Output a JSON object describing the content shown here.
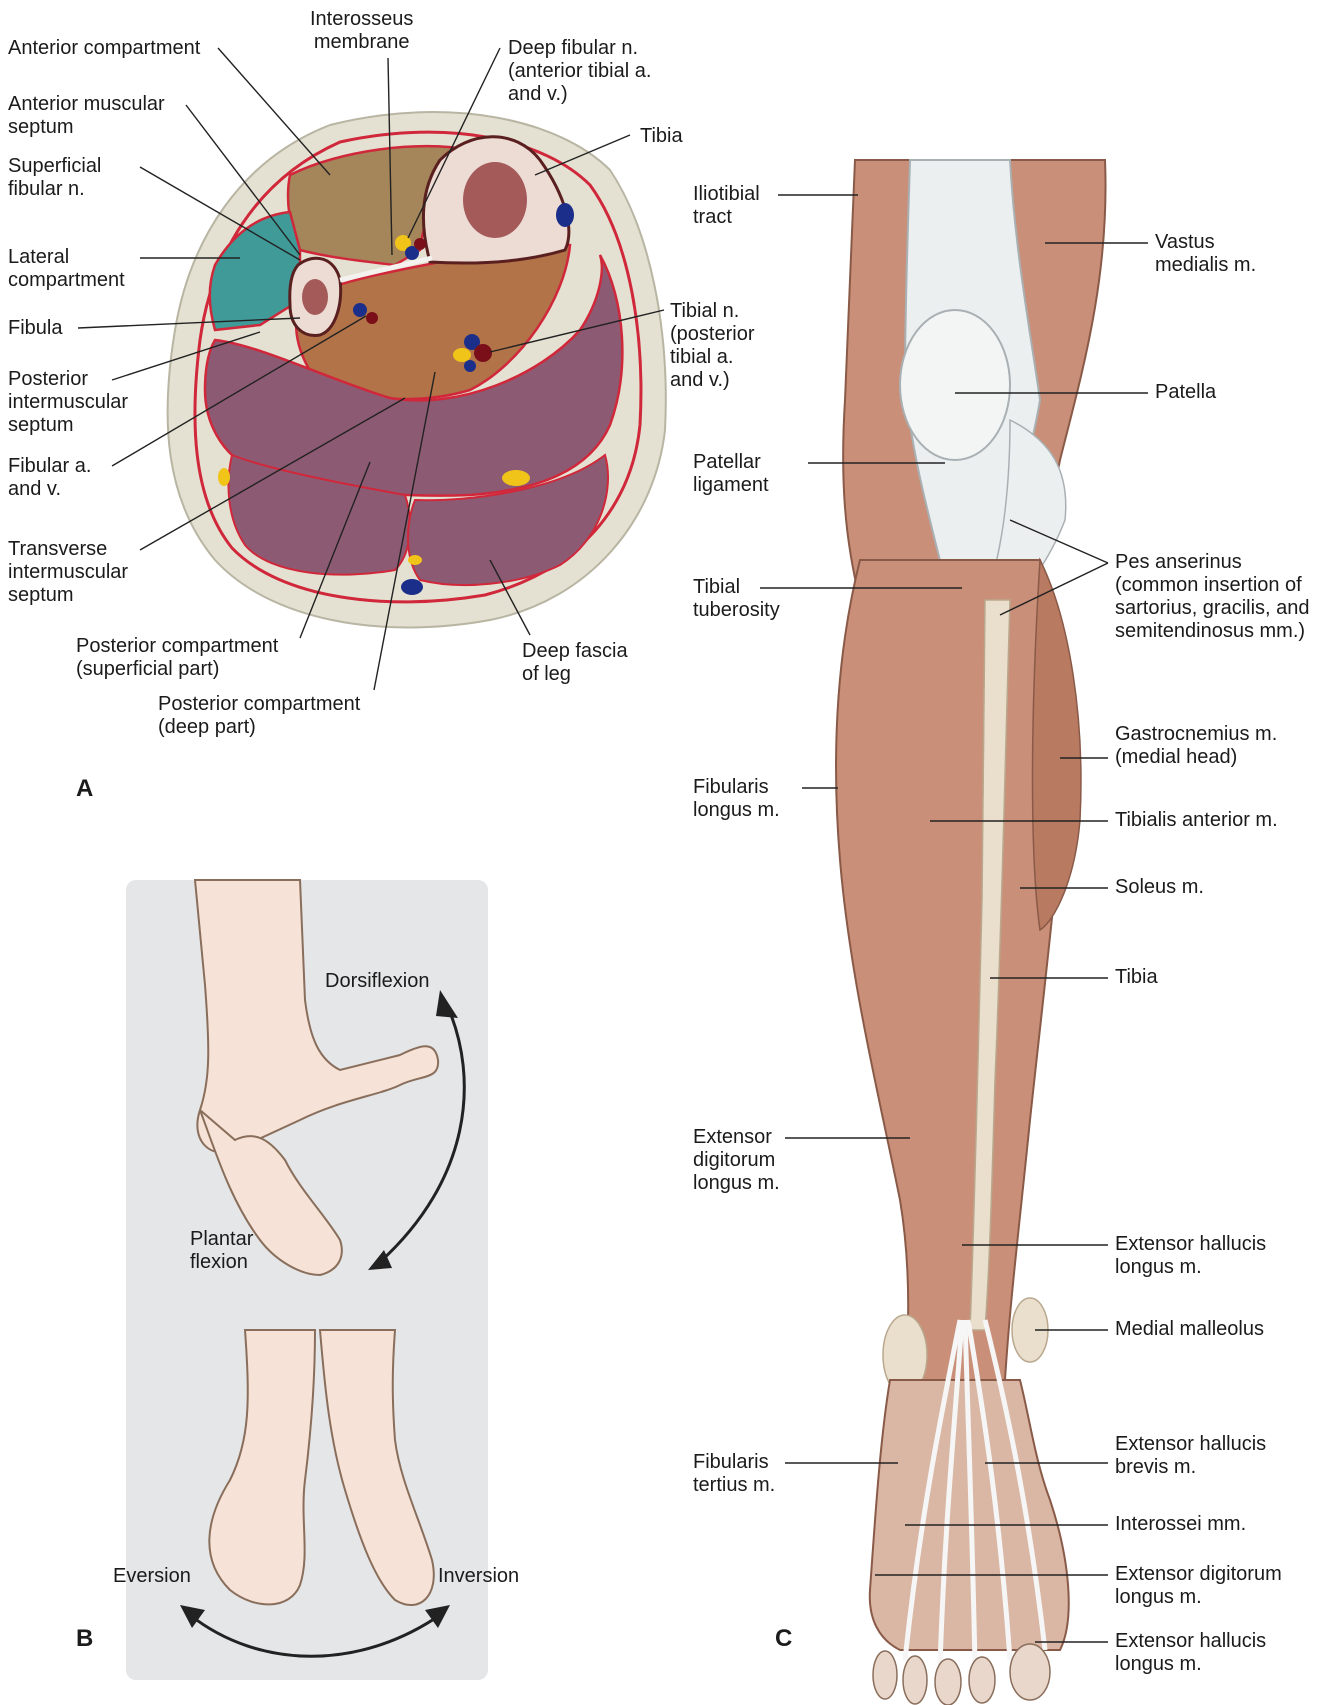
{
  "panels": {
    "a": "A",
    "b": "B",
    "c": "C"
  },
  "panel_a": {
    "labels": {
      "interosseus_membrane": "Interosseus\nmembrane",
      "anterior_compartment": "Anterior compartment",
      "deep_fibular": "Deep fibular n.\n(anterior tibial a.\nand v.)",
      "anterior_muscular_septum": "Anterior muscular\nseptum",
      "tibia": "Tibia",
      "superficial_fibular": "Superficial\nfibular n.",
      "lateral_compartment": "Lateral\ncompartment",
      "fibula": "Fibula",
      "tibial_n": "Tibial n.\n(posterior\ntibial a.\nand v.)",
      "posterior_intermuscular_septum": "Posterior\nintermuscular\nseptum",
      "fibular_av": "Fibular a.\nand v.",
      "transverse_intermuscular_septum": "Transverse\nintermuscular\nseptum",
      "posterior_superficial": "Posterior compartment\n(superficial part)",
      "deep_fascia": "Deep fascia\nof leg",
      "posterior_deep": "Posterior compartment\n(deep part)"
    }
  },
  "panel_b": {
    "labels": {
      "dorsiflexion": "Dorsiflexion",
      "plantar_flexion": "Plantar\nflexion",
      "eversion": "Eversion",
      "inversion": "Inversion"
    }
  },
  "panel_c": {
    "labels": {
      "iliotibial_tract": "Iliotibial\ntract",
      "vastus_medialis": "Vastus\nmedialis m.",
      "patella": "Patella",
      "patellar_ligament": "Patellar\nligament",
      "pes_anserinus": "Pes anserinus\n(common insertion of\nsartorius, gracilis, and\nsemitendinosus mm.)",
      "tibial_tuberosity": "Tibial\ntuberosity",
      "gastrocnemius": "Gastrocnemius m.\n(medial head)",
      "fibularis_longus": "Fibularis\nlongus m.",
      "tibialis_anterior": "Tibialis anterior m.",
      "soleus": "Soleus m.",
      "tibia": "Tibia",
      "ext_dig_longus_left": "Extensor\ndigitorum\nlongus m.",
      "ext_hallucis_longus_1": "Extensor hallucis\nlongus m.",
      "medial_malleolus": "Medial malleolus",
      "fibularis_tertius": "Fibularis\ntertius m.",
      "ext_hallucis_brevis": "Extensor hallucis\nbrevis m.",
      "interossei": "Interossei mm.",
      "ext_dig_longus_right": "Extensor digitorum\nlongus m.",
      "ext_hallucis_longus_2": "Extensor hallucis\nlongus m."
    }
  },
  "colors": {
    "skin": "#e4e1d2",
    "anterior": "#a4865a",
    "lateral": "#3f9a98",
    "deep_posterior": "#b27348",
    "superficial_posterior": "#8d5a73",
    "fascia": "#d0283a",
    "bone": "#ecdcd4",
    "marrow": "#a55a5a",
    "muscle": "#c98f78",
    "tendon": "#eceff0",
    "foot_bg": "#e5e6e7",
    "foot_skin": "#f6e2d6"
  }
}
